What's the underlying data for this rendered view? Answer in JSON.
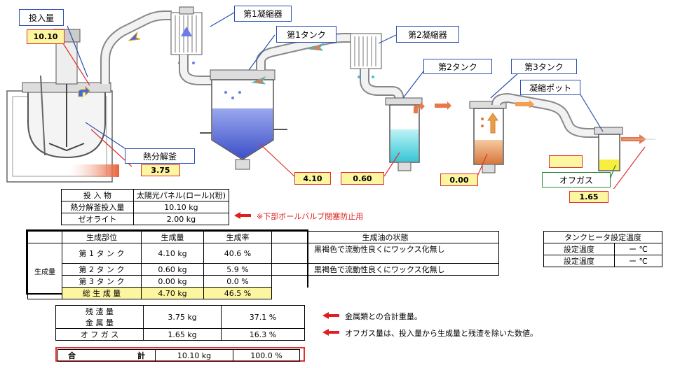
{
  "callouts": {
    "input_amount": "投入量",
    "condenser1": "第1凝縮器",
    "tank1": "第1タンク",
    "condenser2": "第2凝縮器",
    "tank2": "第2タンク",
    "tank3": "第3タンク",
    "condense_pot": "凝縮ポット",
    "pyrolysis_kettle": "熱分解釜",
    "offgas": "オフガス"
  },
  "values": {
    "input": "10.10",
    "residue": "3.75",
    "tank1": "4.10",
    "tank2": "0.60",
    "tank3": "0.00",
    "offgas": "1.65",
    "pot": ""
  },
  "input_table": {
    "header": [
      "投 入 物",
      "太陽光パネル(ロール)(粉)"
    ],
    "rows": [
      [
        "熱分解釜投入量",
        "10.10 kg"
      ],
      [
        "ゼオライト",
        "2.00 kg"
      ]
    ],
    "note": "※下部ボールバルブ閉塞防止用"
  },
  "production_table": {
    "headers": [
      "生成部位",
      "生成量",
      "生成率",
      "生成油の状態"
    ],
    "side_label": "生成量",
    "rows": [
      {
        "part": "第 1 タ ン ク",
        "amount": "4.10 kg",
        "rate": "40.6 %",
        "state": "黒褐色で流動性良くにワックス化無し"
      },
      {
        "part": "第 2 タ ン ク",
        "amount": "0.60 kg",
        "rate": "5.9 %",
        "state": "黒褐色で流動性良くにワックス化無し"
      },
      {
        "part": "第 3 タ ン ク",
        "amount": "0.00 kg",
        "rate": "0.0 %",
        "state": ""
      },
      {
        "part": "総 生 成 量",
        "amount": "4.70 kg",
        "rate": "46.5 %",
        "state": ""
      }
    ]
  },
  "heater_table": {
    "title": "タンクヒータ設定温度",
    "rows": [
      [
        "設定温度",
        "ー ℃"
      ],
      [
        "設定温度",
        "ー ℃"
      ]
    ]
  },
  "residue_table": {
    "rows": [
      {
        "label1": "残 渣 量",
        "label2": "金 属 量",
        "amount": "3.75 kg",
        "rate": "37.1 %"
      },
      {
        "label1": "オ フ ガ ス",
        "amount": "1.65 kg",
        "rate": "16.3 %"
      }
    ],
    "note1": "金属類との合計重量。",
    "note2": "オフガス量は、投入量から生成量と残渣を除いた数値。"
  },
  "total_table": {
    "label": "合 計",
    "amount": "10.10 kg",
    "rate": "100.0 %"
  }
}
